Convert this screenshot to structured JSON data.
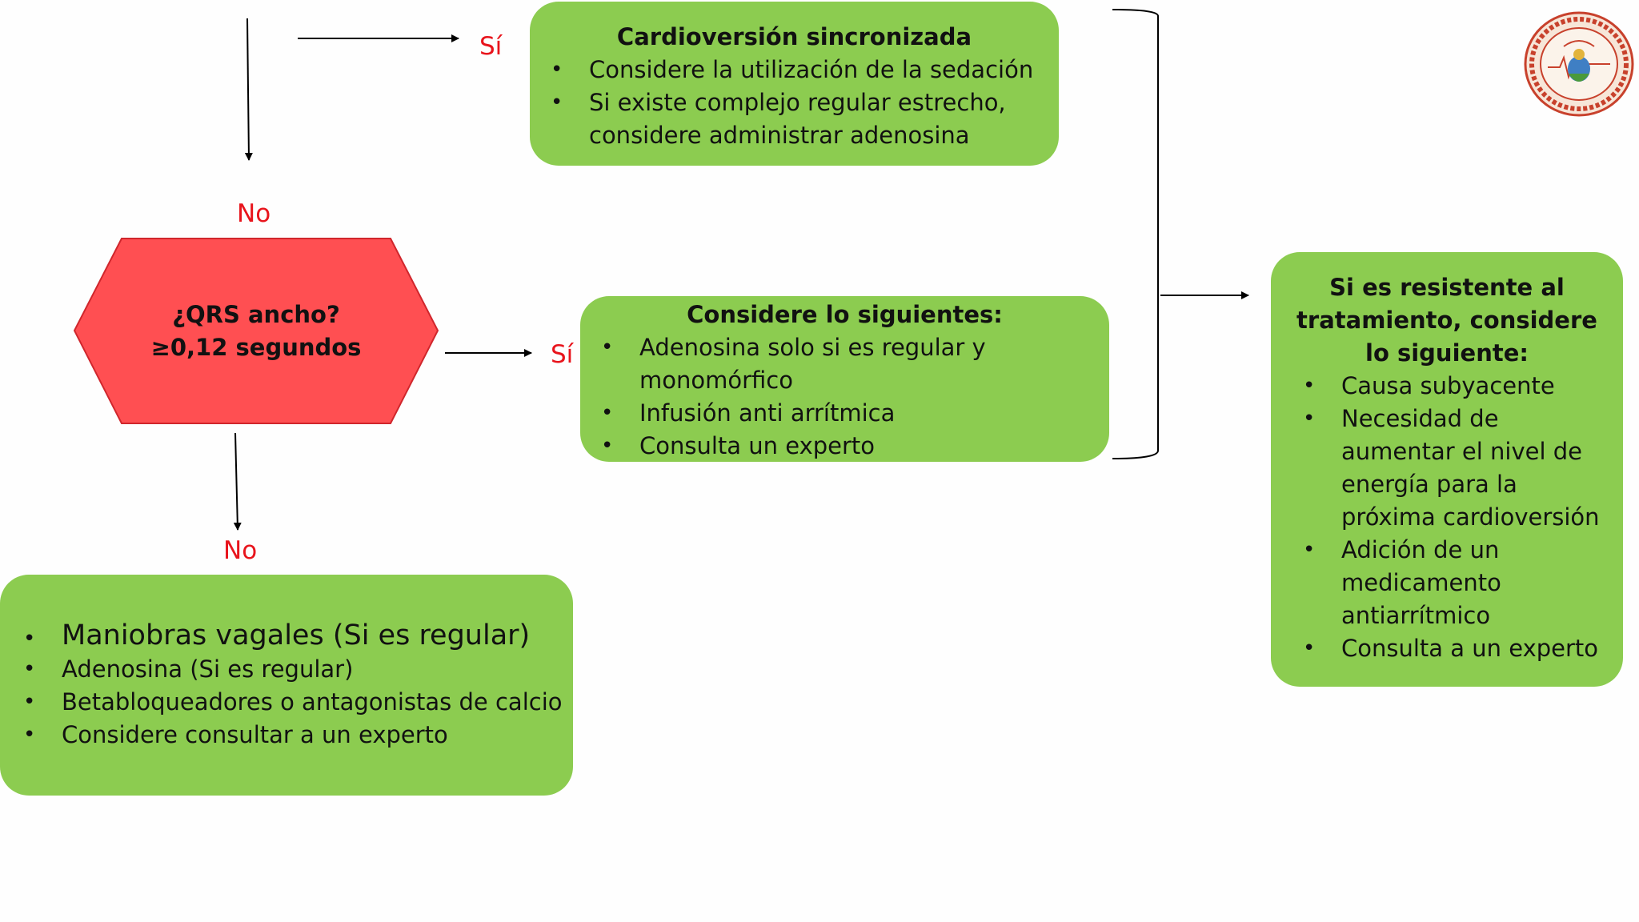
{
  "colors": {
    "box_green": "#8ccc50",
    "hex_red": "#ff4f52",
    "label_red": "#e8141c"
  },
  "labels": {
    "si_top": "Sí",
    "no_top": "No",
    "si_mid": "Sí",
    "no_bottom": "No"
  },
  "decision": {
    "line1": "¿QRS ancho?",
    "line2": "≥0,12 segundos"
  },
  "cardioversion": {
    "title": "Cardioversión sincronizada",
    "items": [
      "Considere la utilización de la sedación",
      "Si existe complejo regular estrecho, considere administrar adenosina"
    ]
  },
  "consider": {
    "title": "Considere lo siguientes:",
    "items": [
      "Adenosina solo si es regular y monomórfico",
      "Infusión anti arrítmica",
      "Consulta un experto"
    ]
  },
  "resistant": {
    "title": "Si es resistente al tratamiento, considere lo siguiente:",
    "items": [
      "Causa subyacente",
      "Necesidad de aumentar el nivel de energía para la próxima cardioversión",
      "Adición de un medicamento antiarrítmico",
      "Consulta a un experto"
    ]
  },
  "no_branch": {
    "items": [
      "Maniobras vagales (Si es regular)",
      "Adenosina (Si es regular)",
      "Betabloqueadores o antagonistas de calcio",
      "Considere consultar a un experto"
    ]
  },
  "bullet": "•",
  "logo": {
    "icon": "hospital-seal-logo"
  }
}
